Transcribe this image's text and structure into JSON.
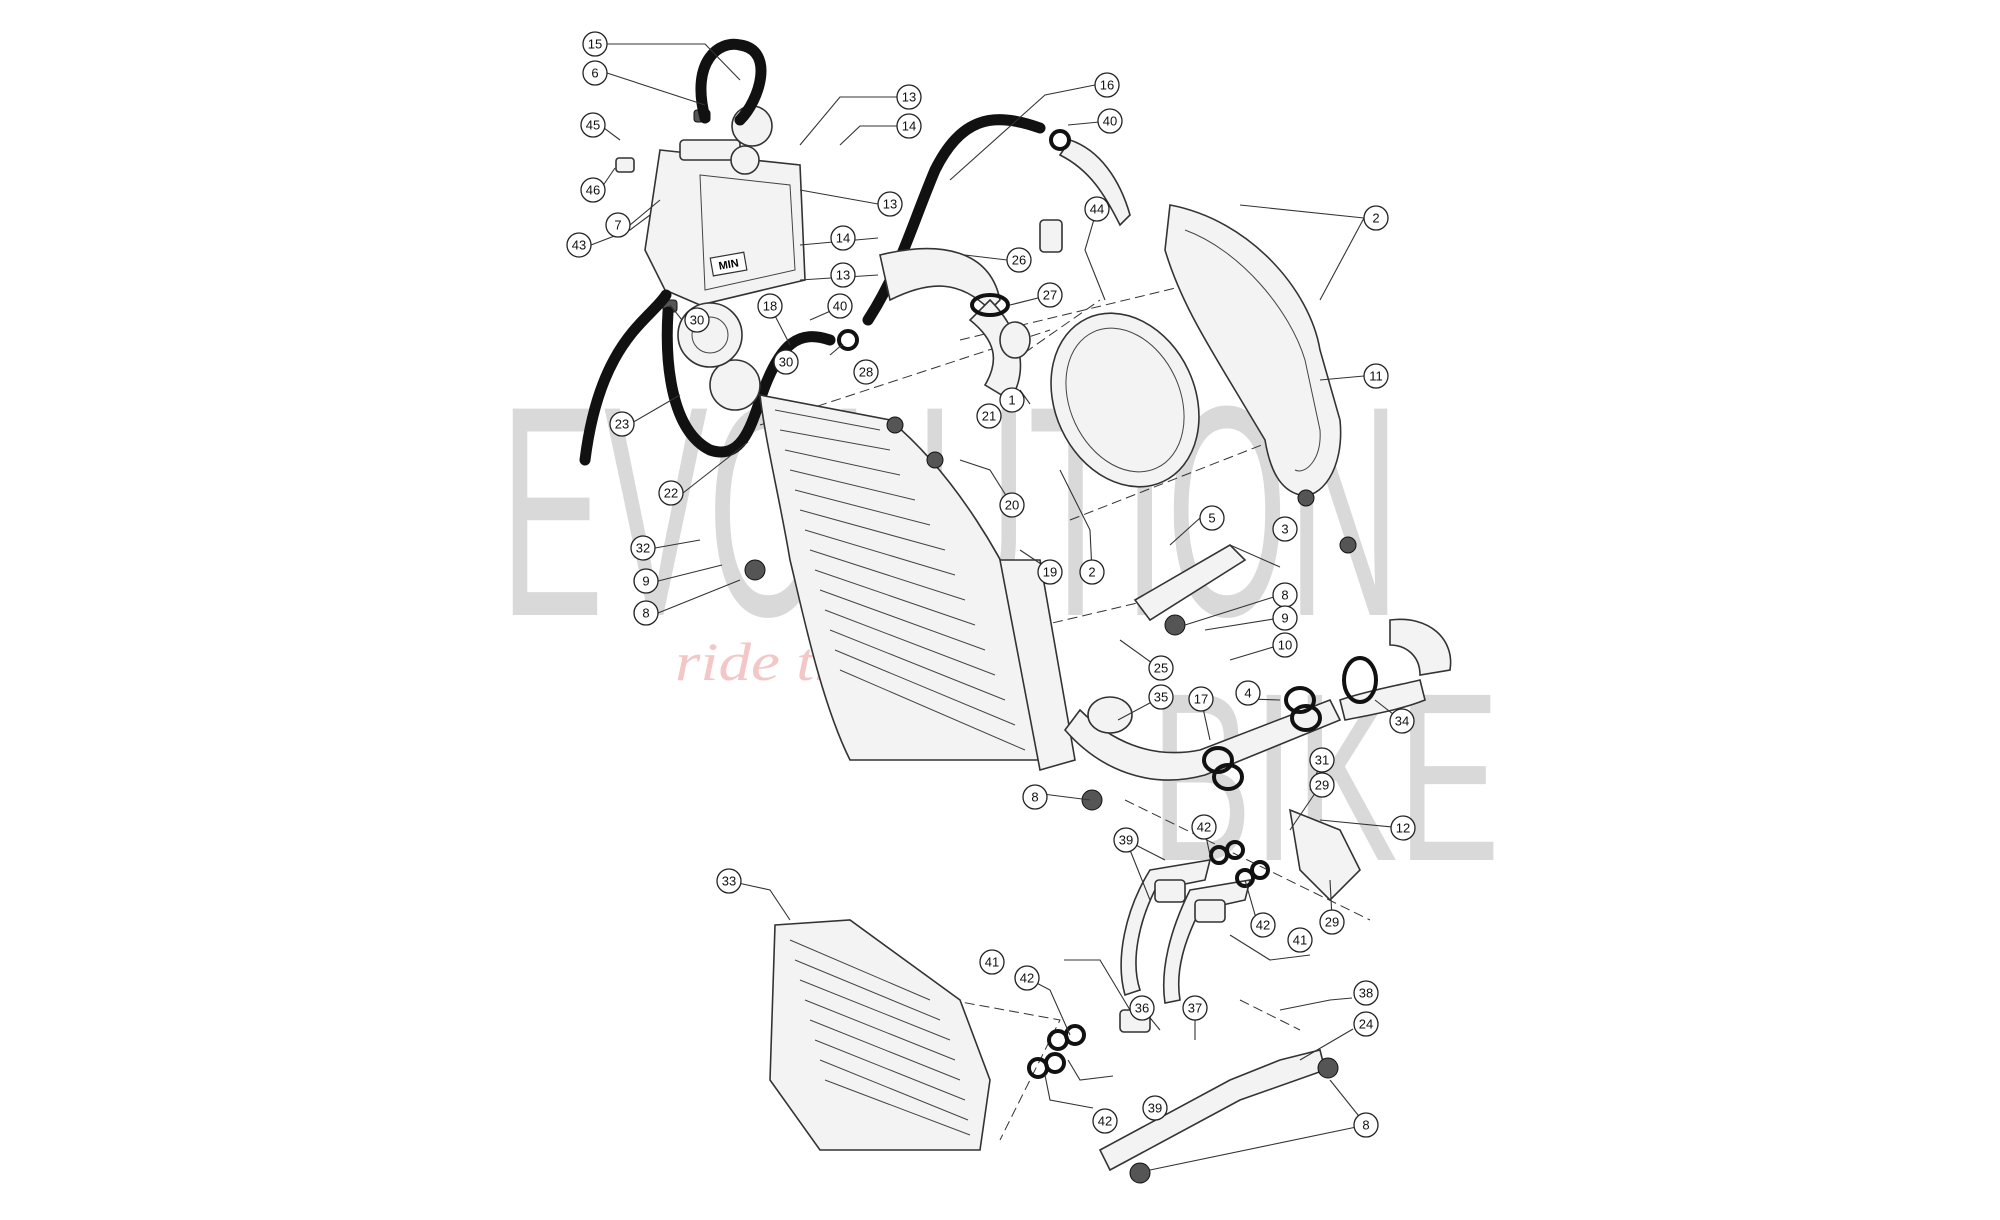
{
  "watermark": {
    "brand_line1": "EVOLUTION",
    "brand_line2": "BIKE",
    "tagline": "ride the power",
    "color": "#d9d9d9",
    "tagline_color": "#f4c6c6"
  },
  "diagram": {
    "type": "exploded parts diagram",
    "min_label": "MIN"
  },
  "callouts": [
    "15",
    "6",
    "13",
    "14",
    "45",
    "46",
    "7",
    "43",
    "13",
    "14",
    "13",
    "30",
    "16",
    "40",
    "2",
    "26",
    "27",
    "44",
    "18",
    "40",
    "30",
    "28",
    "23",
    "1",
    "21",
    "11",
    "22",
    "20",
    "32",
    "9",
    "8",
    "19",
    "5",
    "2",
    "3",
    "8",
    "9",
    "10",
    "25",
    "35",
    "17",
    "4",
    "34",
    "31",
    "8",
    "29",
    "39",
    "42",
    "12",
    "33",
    "29",
    "42",
    "41",
    "41",
    "42",
    "36",
    "37",
    "38",
    "24",
    "39",
    "42",
    "8"
  ]
}
